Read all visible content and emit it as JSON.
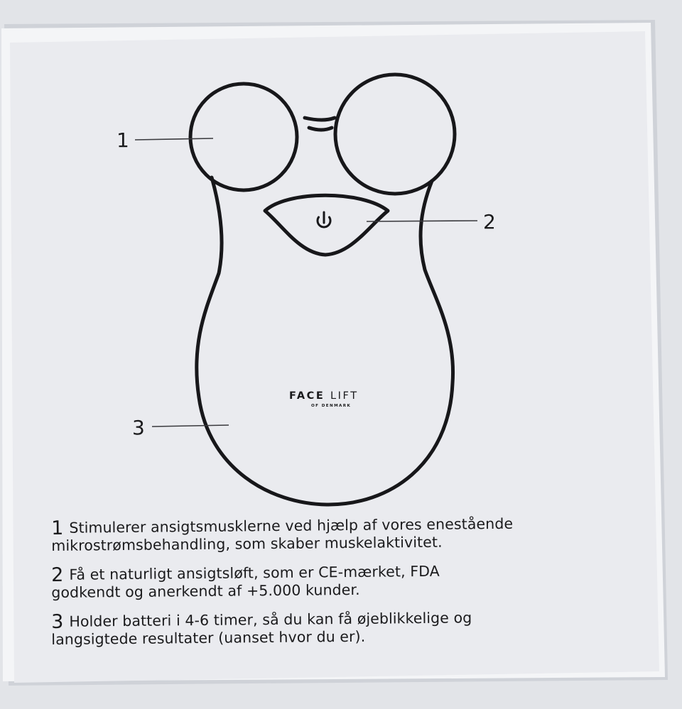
{
  "diagram": {
    "callouts": [
      {
        "number": "1"
      },
      {
        "number": "2"
      },
      {
        "number": "3"
      }
    ],
    "brand": {
      "name_bold": "FACE",
      "name_light": "LIFT",
      "sub": "OF DENMARK"
    },
    "icon": "power-icon"
  },
  "descriptions": [
    {
      "number": "1",
      "line1": "Stimulerer ansigtsmusklerne ved hjælp af vores enestående",
      "line2": "mikrostrømsbehandling, som skaber muskelaktivitet."
    },
    {
      "number": "2",
      "line1": "Få et naturligt ansigtsløft, som er CE-mærket, FDA",
      "line2": "godkendt og anerkendt af +5.000 kunder."
    },
    {
      "number": "3",
      "line1": "Holder batteri i 4-6 timer, så du kan få øjeblikkelige og",
      "line2": "langsigtede resultater (uanset hvor du er)."
    }
  ],
  "colors": {
    "card": "#eaebef",
    "ink": "#1a1a1c",
    "background": "#e4e6ea"
  }
}
